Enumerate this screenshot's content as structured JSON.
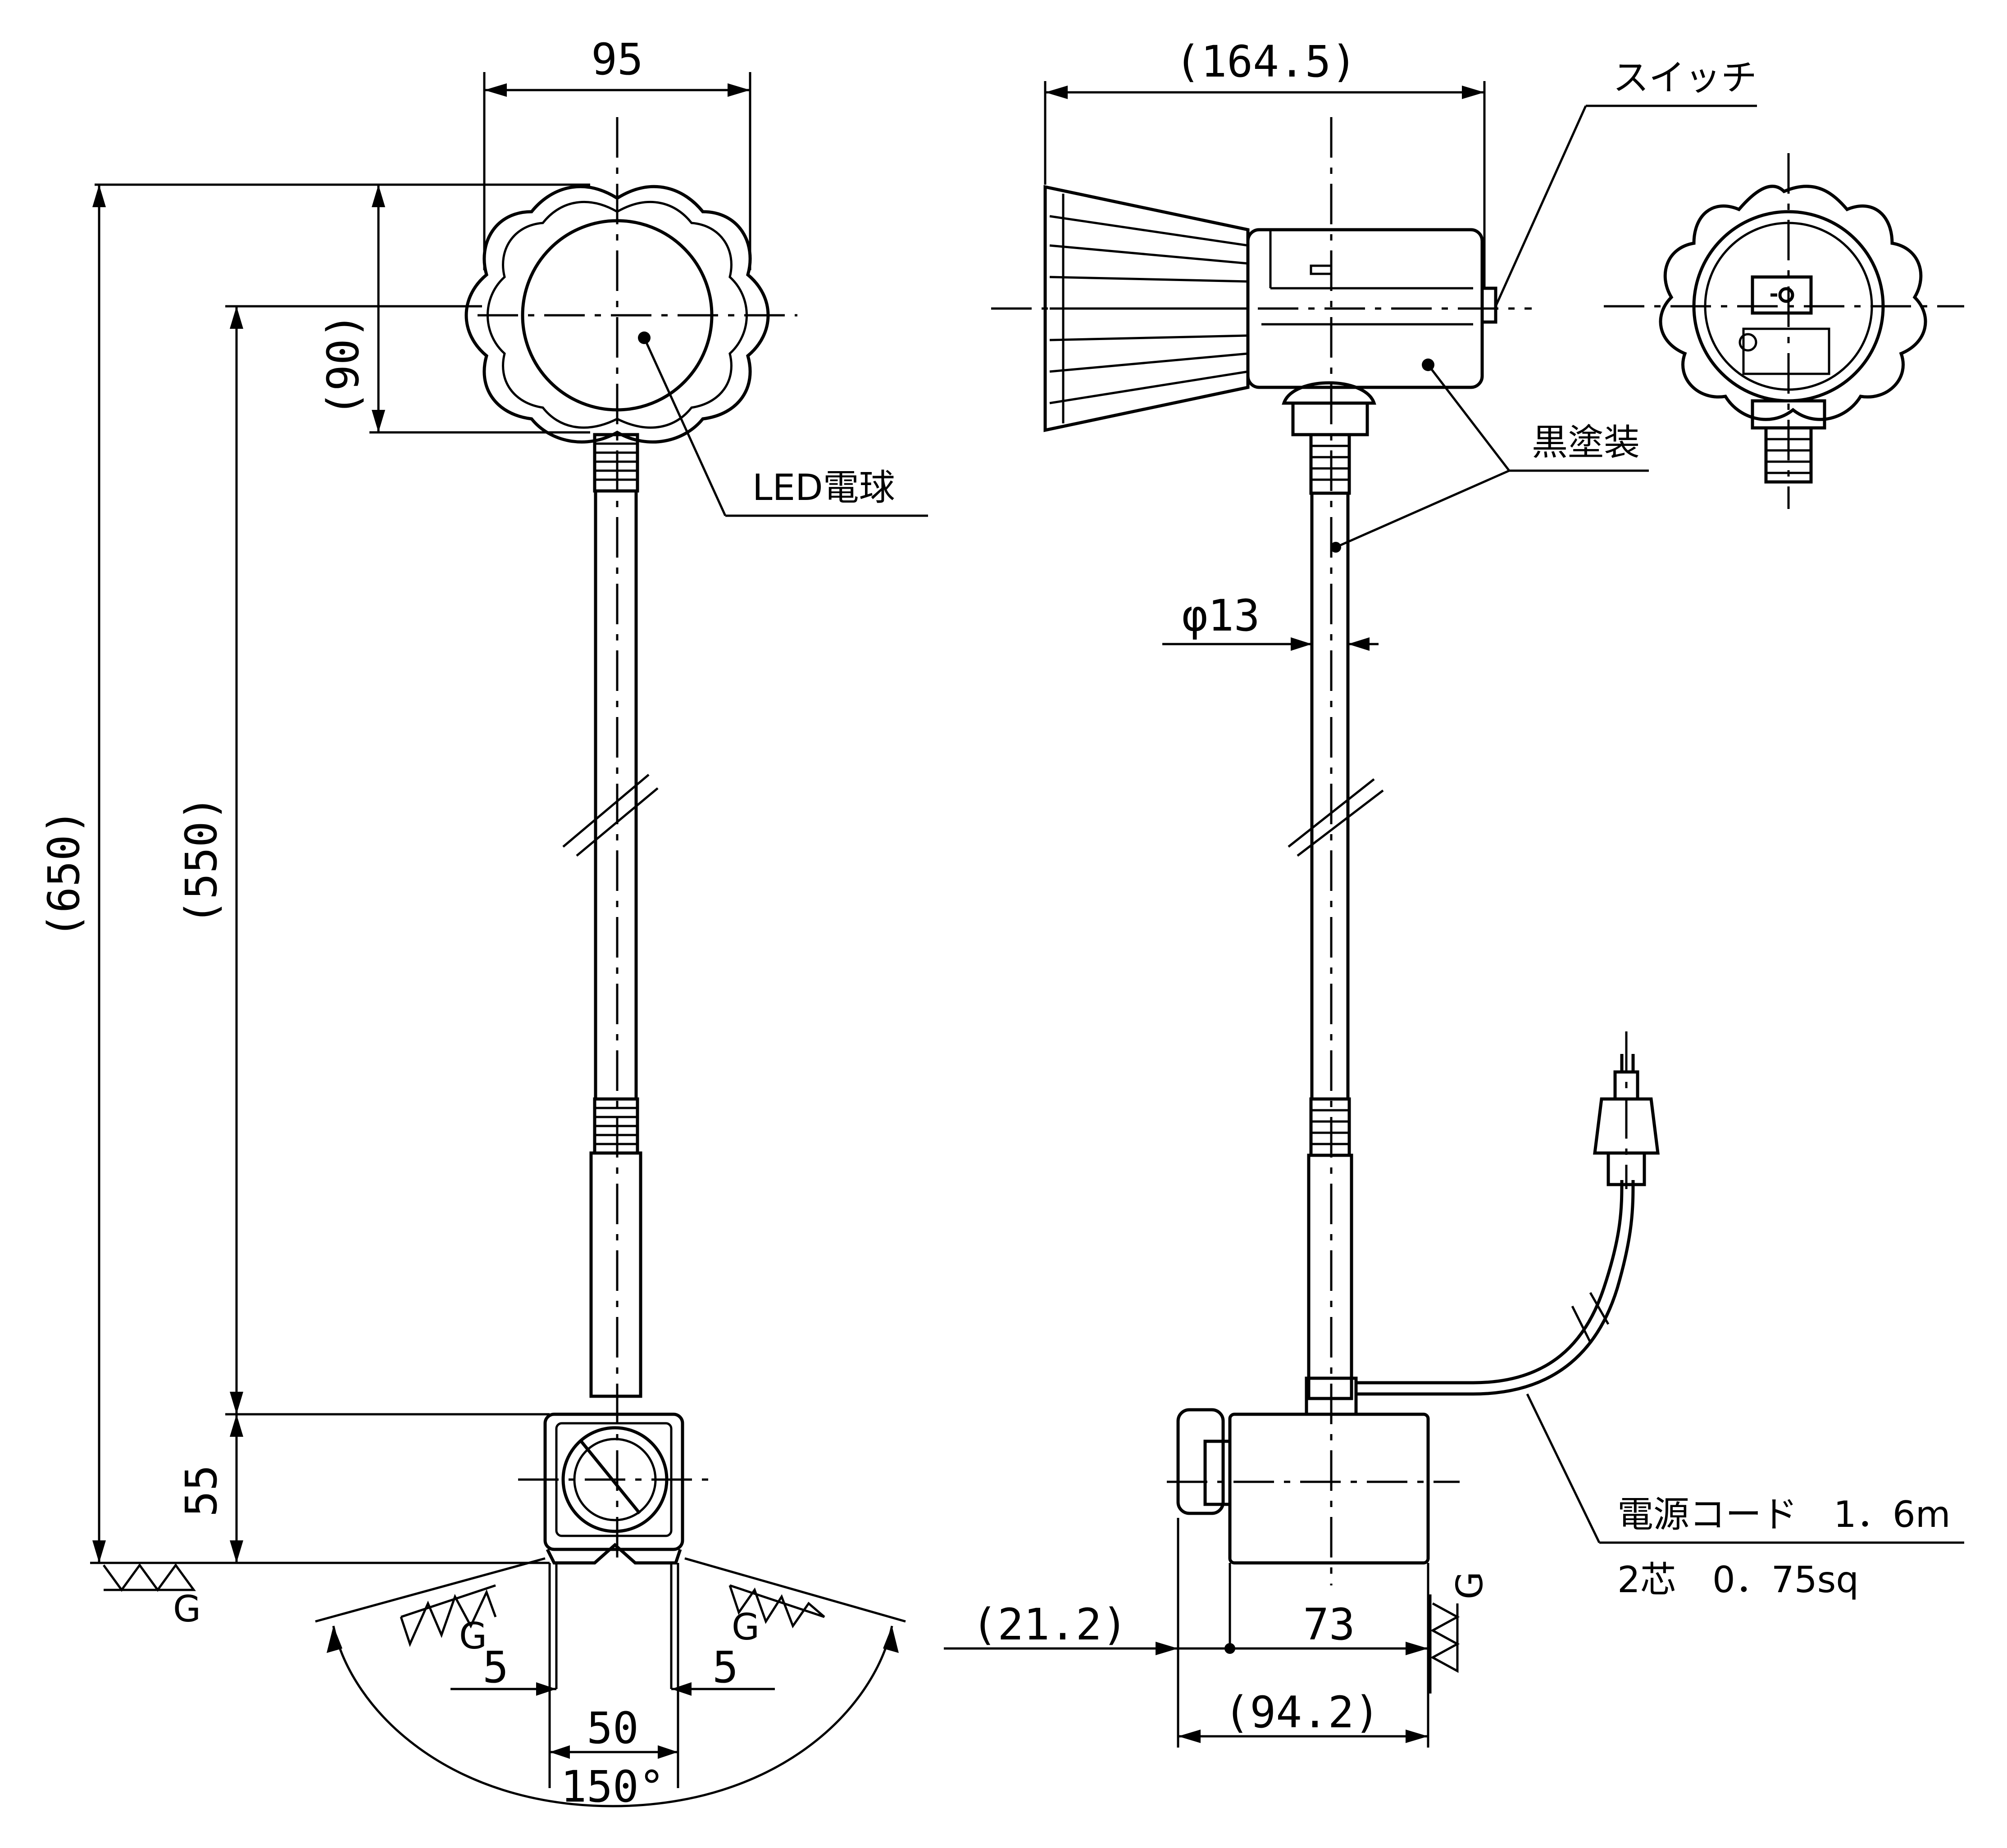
{
  "dimensions": {
    "head_width": "95",
    "head_side_length": "(164.5)",
    "head_height": "(90)",
    "total_height": "(650)",
    "arm_length": "(550)",
    "base_height": "55",
    "arm_diameter": "φ13",
    "gap_left": "5",
    "gap_right": "5",
    "base_width": "50",
    "swivel_angle": "150°",
    "base_offset": "(21.2)",
    "base_depth": "73",
    "base_total": "(94.2)"
  },
  "labels": {
    "switch": "スイッチ",
    "led_bulb": "LED電球",
    "black_paint": "黒塗装",
    "power_cord_line1": "電源コード　1．6m",
    "power_cord_line2": "2芯　0．75sq",
    "ground": "G"
  },
  "colors": {
    "line": "#000000",
    "background": "#ffffff"
  }
}
